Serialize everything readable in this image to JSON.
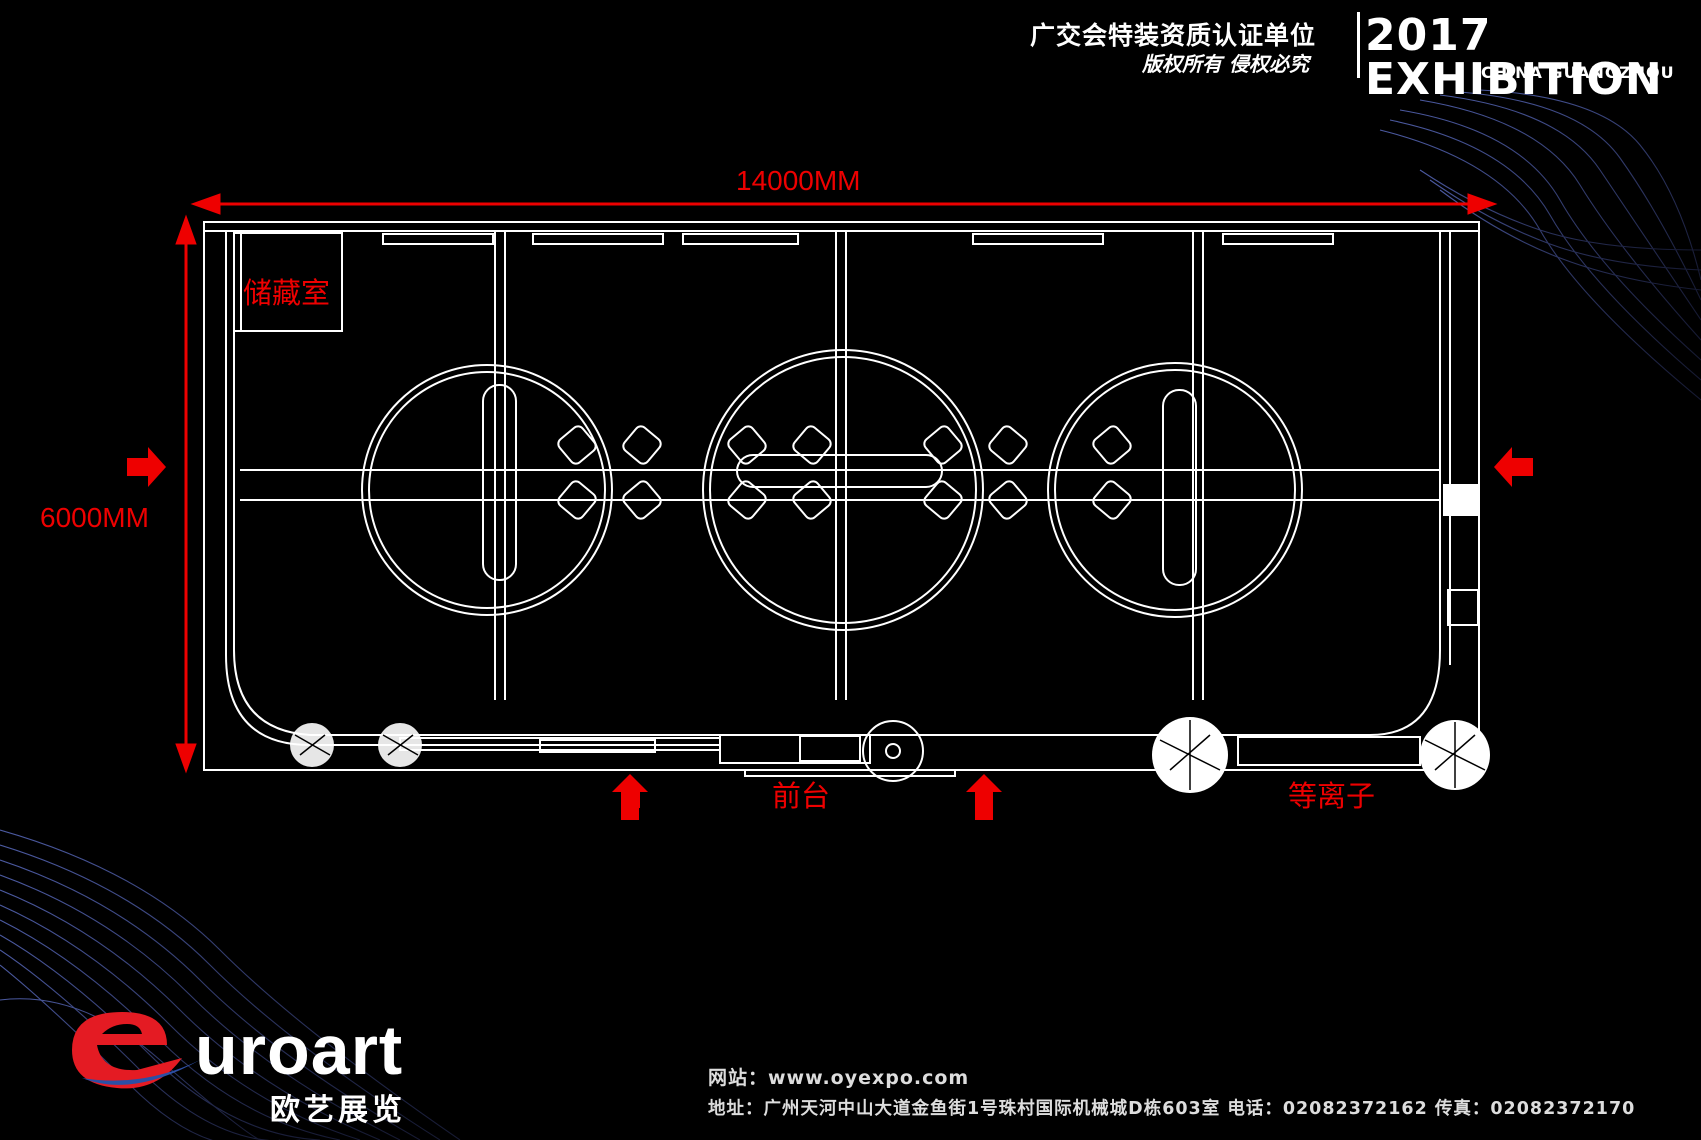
{
  "header": {
    "certification": "广交会特装资质认证单位",
    "rights": "版权所有 侵权必究",
    "expo_title": "2017 EXHIBITION",
    "expo_subtitle": "CHINA GUANGZHOU"
  },
  "plan": {
    "width_label": "14000MM",
    "height_label": "6000MM",
    "rooms": {
      "storage": "储藏室",
      "reception": "前台",
      "plasma": "等离子"
    }
  },
  "colors": {
    "background": "#000000",
    "dimension": "#ee0000",
    "linework": "#ffffff"
  },
  "brand": {
    "name": "uroart",
    "name_cn": "欧艺展览"
  },
  "footer": {
    "website": "网站：www.oyexpo.com",
    "address": "地址：广州天河中山大道金鱼街1号珠村国际机械城D栋603室 电话：02082372162 传真：02082372170"
  }
}
